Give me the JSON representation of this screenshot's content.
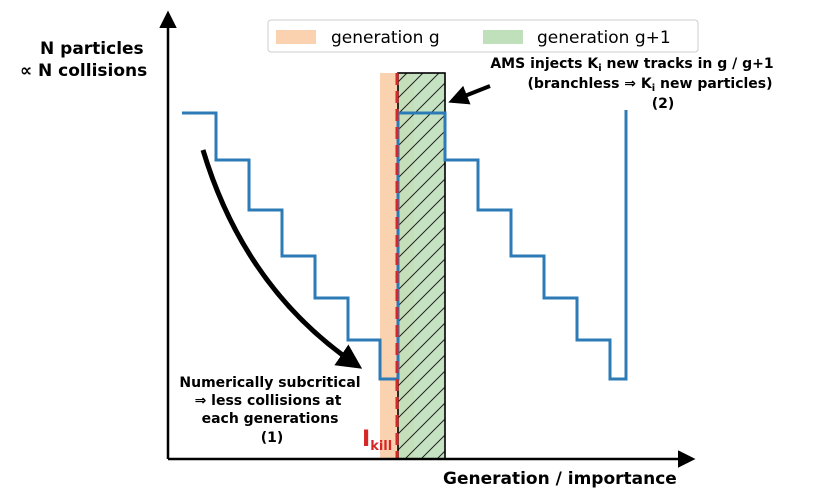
{
  "y_axis_label": {
    "line1": "N particles",
    "line2": "∝  N collisions"
  },
  "x_axis_label": "Generation / importance",
  "legend": {
    "items": [
      {
        "label": "generation g",
        "color": "#ffdcc0"
      },
      {
        "label": "generation g+1",
        "color": "#c4e4bf"
      }
    ]
  },
  "annotation_right": {
    "line1_a": "AMS injects K",
    "line1_sub": "i",
    "line1_b": " new tracks in g / g+1",
    "line2_a": "(branchless ⇒ K",
    "line2_sub": "i",
    "line2_b": " new particles)",
    "line3": "(2)"
  },
  "annotation_left": {
    "line1": "Numerically subcritical",
    "line2": "⇒ less collisions at",
    "line3": "each generations",
    "line4": "(1)"
  },
  "kill_label": {
    "main": "I",
    "sub": "kill"
  },
  "colors": {
    "curve": "#2c7bb6",
    "kill_line": "#d62728",
    "axes": "#000000",
    "arrow": "#000000",
    "generation_g_band": "#fbd2b0",
    "generation_g1_band": "#bfe0bb"
  }
}
